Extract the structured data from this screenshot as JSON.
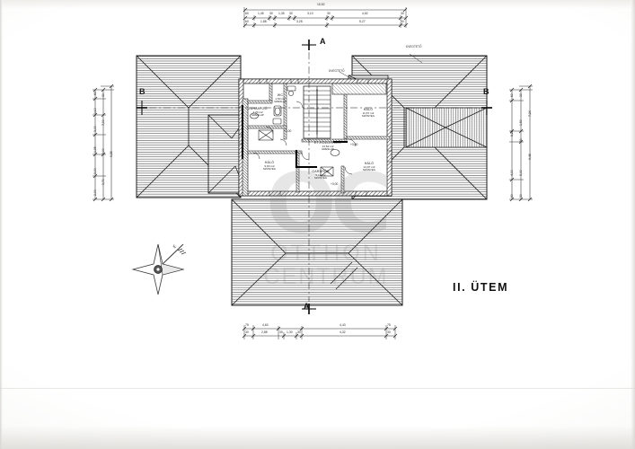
{
  "document": {
    "type": "architectural-floor-plan",
    "language": "hu",
    "phase_label": "II. ÜTEM",
    "watermark": {
      "monogram": "OC",
      "line1": "OTTHON",
      "line2": "CENTRUM"
    }
  },
  "section_markers": {
    "a_top": "A",
    "a_bottom": "A",
    "b_left": "B",
    "b_right": "B"
  },
  "compass": {
    "label": "É"
  },
  "roof_notes": [
    {
      "text": "ÜVEGTETŐ"
    },
    {
      "text": "ÜVEGTETŐ"
    }
  ],
  "rooms": [
    {
      "name": "ZUHANYZÓ",
      "area": "4,20 m2",
      "finish": "GRESLAP"
    },
    {
      "name": "WC",
      "area": "1,50 m2",
      "finish": "GRESLAP"
    },
    {
      "name": "HÁLÓ",
      "area": "11,57 m2",
      "finish": "SZŐNYEG"
    },
    {
      "name": "ÉT-KÖZLEKEDŐ",
      "area": "13,62 m2",
      "finish": "GRESLAP"
    },
    {
      "name": "HÁLÓ",
      "area": "9,63 m2",
      "finish": "SZŐNYEG"
    },
    {
      "name": "GARDRÓB",
      "area": "5,19 m2",
      "finish": "SZŐNYEG"
    },
    {
      "name": "HÁLÓ",
      "area": "14,07 m2",
      "finish": "SZŐNYEG"
    }
  ],
  "levels": [
    {
      "text": "+3,00"
    },
    {
      "text": "+3,00"
    },
    {
      "text": "+3,00"
    }
  ],
  "dimensions": {
    "top_overall": "15,52",
    "top_chain_1": [
      "60",
      "1,45",
      "30",
      "1,35",
      "30",
      "3,10",
      "30",
      "4,62",
      "30"
    ],
    "top_chain_2": [
      "60",
      "1,88",
      "3,28",
      "5,27",
      "60"
    ],
    "bottom_chain_1": [
      "75",
      "4,60",
      "4,43",
      "75"
    ],
    "bottom_chain_2": [
      "30",
      "2,88",
      "30",
      "1,30",
      "30",
      "4,32",
      "30"
    ],
    "left_chain_1": [
      "60",
      "1,10",
      "3,00",
      "1,25",
      "3,00",
      "2,00",
      "60"
    ],
    "left_chain_2": [
      "30",
      "7,00",
      "3,00",
      "3,70",
      "30"
    ],
    "left_chain_3": [
      "30",
      "11,35",
      "30"
    ],
    "left_overall": "9,85",
    "right_chain_1": [
      "60",
      "6,20",
      "4,00",
      "60"
    ],
    "right_chain_2": [
      "30",
      "1,50",
      "80",
      "5,00",
      "30"
    ],
    "right_chain_3": [
      "7,24"
    ],
    "right_overall": "9,48"
  }
}
